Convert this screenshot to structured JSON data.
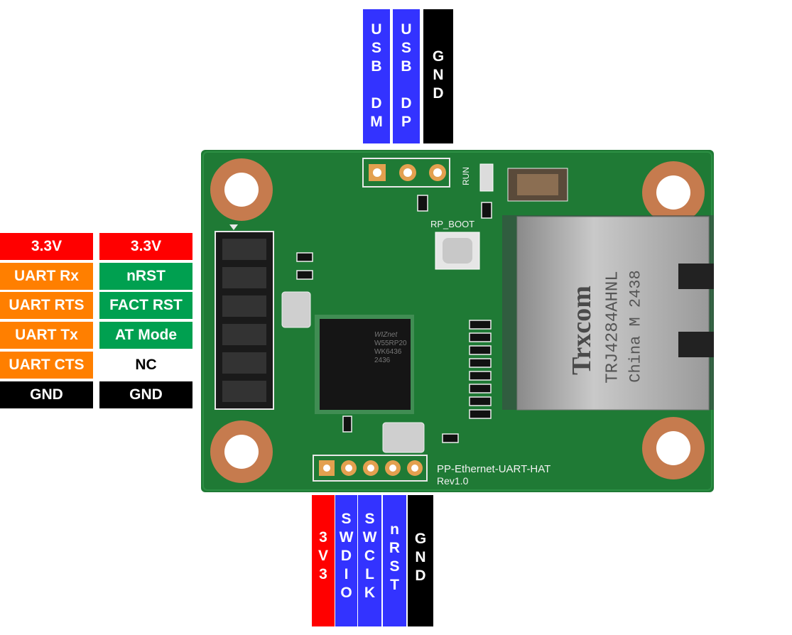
{
  "colors": {
    "red": "#ff0000",
    "orange": "#ff7f00",
    "green": "#00a050",
    "black": "#000000",
    "blue": "#3333ff",
    "pcb": "#1f7a35"
  },
  "left_col1": [
    "3.3V",
    "UART Rx",
    "UART RTS",
    "UART Tx",
    "UART CTS",
    "GND"
  ],
  "left_col2": [
    "3.3V",
    "nRST",
    "FACT RST",
    "AT Mode",
    "NC",
    "GND"
  ],
  "top_pins": [
    {
      "chars": [
        "U",
        "S",
        "B",
        "",
        "D",
        "M"
      ]
    },
    {
      "chars": [
        "U",
        "S",
        "B",
        "",
        "D",
        "P"
      ]
    },
    {
      "chars": [
        "G",
        "N",
        "D"
      ]
    }
  ],
  "bottom_pins": [
    {
      "chars": [
        "3",
        "V",
        "3"
      ]
    },
    {
      "chars": [
        "S",
        "W",
        "D",
        "I",
        "O"
      ]
    },
    {
      "chars": [
        "S",
        "W",
        "C",
        "L",
        "K"
      ]
    },
    {
      "chars": [
        "n",
        "R",
        "S",
        "T"
      ]
    },
    {
      "chars": [
        "G",
        "N",
        "D"
      ]
    }
  ],
  "board": {
    "name": "PP-Ethernet-UART-HAT",
    "rev": "Rev1.0",
    "button_label": "RP_BOOT",
    "led_label": "RUN",
    "jack_brand": "Trxcom",
    "jack_model": "TRJ4284AHNL",
    "jack_origin": "China M 2438",
    "chip_text": [
      "WIZnet",
      "W55RP20",
      "WK6436",
      "2436"
    ]
  }
}
